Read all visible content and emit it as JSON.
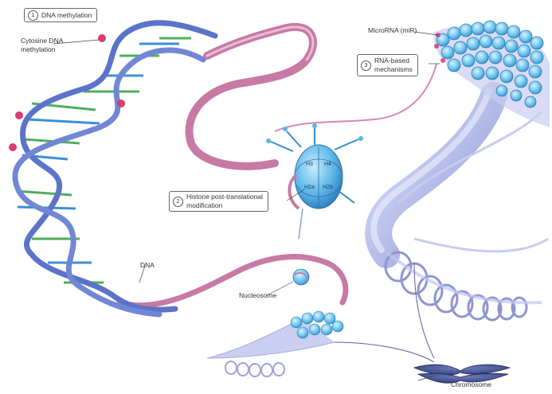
{
  "callouts": {
    "dna_methylation": {
      "number": "1",
      "label": "DNA methylation"
    },
    "histone_modification": {
      "number": "2",
      "line1": "Histone post-translational",
      "line2": "modification"
    },
    "rna_based": {
      "number": "3",
      "line1": "RNA-based",
      "line2": "mechanisms"
    }
  },
  "labels": {
    "cytosine_methylation_line1": "Cytosine DNA",
    "cytosine_methylation_line2": "methylation",
    "micro_rna": "MicroRNA (miR)",
    "dna": "DNA",
    "nucleosome": "Nucleosome",
    "chromosome": "Chromosome"
  },
  "histone_tags": [
    "H3",
    "H4",
    "H2a",
    "H2b"
  ],
  "colors": {
    "dna_backbone": "#5b73c9",
    "base_green": "#4fae5a",
    "base_blue": "#3d8fd8",
    "methyl_mark": "#d83b6d",
    "dna_pink": "#c77aa3",
    "chromatin_lilac": "#b9bfe8",
    "histone_cyan": "#59b6e8"
  }
}
